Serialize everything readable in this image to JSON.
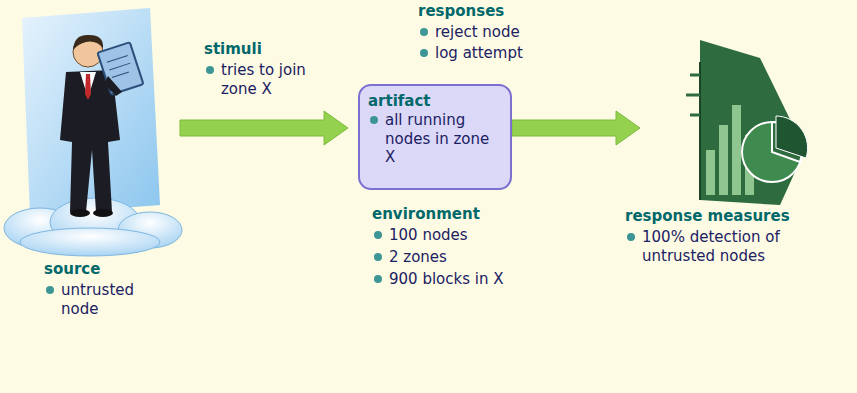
{
  "diagram": {
    "nodes": [
      {
        "text": [
          "source",
          "untrusted node"
        ]
      },
      {
        "text": [
          "artifact",
          "all running nodes in zone X"
        ]
      },
      {
        "text": [
          "response measures",
          "100% detection of untrusted nodes"
        ]
      }
    ],
    "edges": [
      {
        "from": 0,
        "to": 1,
        "arrow": "to"
      },
      {
        "from": 1,
        "to": 2,
        "arrow": "to"
      }
    ],
    "labels": [
      "stimuli",
      "tries to join zone X",
      "responses",
      "reject node",
      "log attempt",
      "environment",
      "100 nodes",
      "2 zones",
      "900 blocks in X"
    ]
  }
}
